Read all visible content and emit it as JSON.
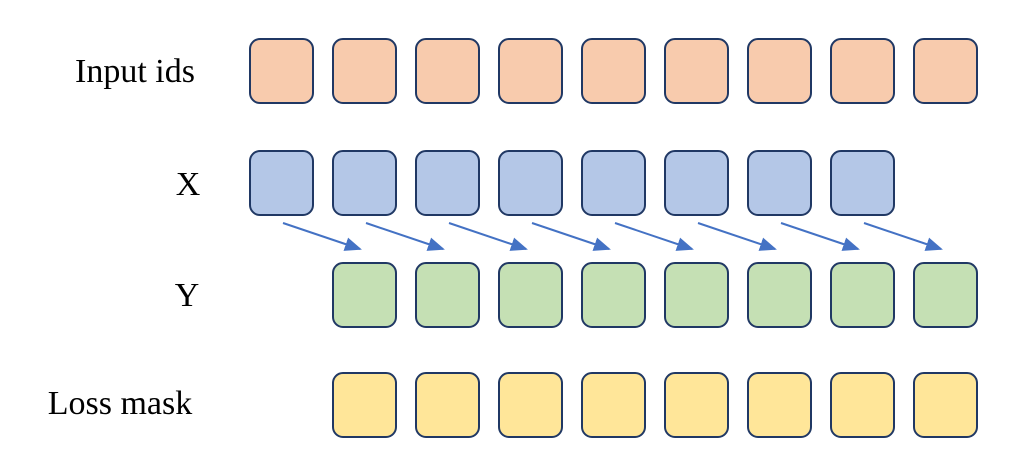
{
  "diagram": {
    "background_color": "#FFFFFF",
    "cell_border_color": "#203864",
    "label_text_color": "#000000",
    "rows": [
      {
        "id": "input-ids",
        "label": "Input ids",
        "cell_count": 9,
        "fill": "#F8CBAD",
        "column_offset": 0
      },
      {
        "id": "x",
        "label": "X",
        "cell_count": 8,
        "fill": "#B4C7E7",
        "column_offset": 0
      },
      {
        "id": "y",
        "label": "Y",
        "cell_count": 8,
        "fill": "#C5E0B4",
        "column_offset": 1
      },
      {
        "id": "loss-mask",
        "label": "Loss mask",
        "cell_count": 8,
        "fill": "#FFE699",
        "column_offset": 1
      }
    ],
    "arrows": {
      "count": 8,
      "color": "#4472C4",
      "from_row": "x",
      "to_row": "y"
    }
  }
}
